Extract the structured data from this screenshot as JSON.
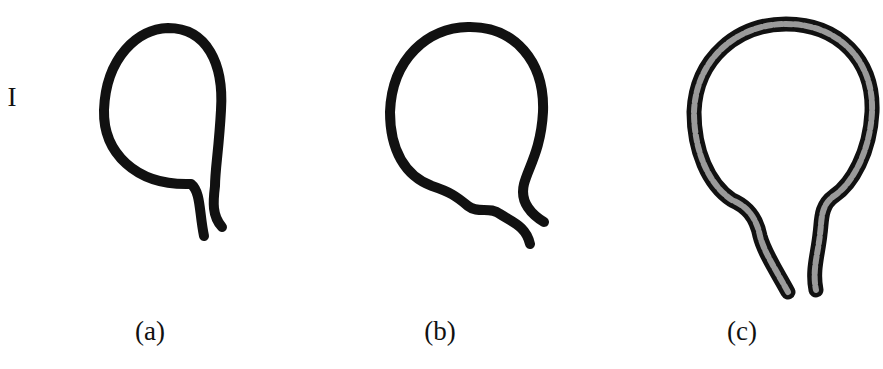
{
  "diagram": {
    "labels": [
      "I",
      "(a)",
      "(b)",
      "(c)"
    ]
  }
}
